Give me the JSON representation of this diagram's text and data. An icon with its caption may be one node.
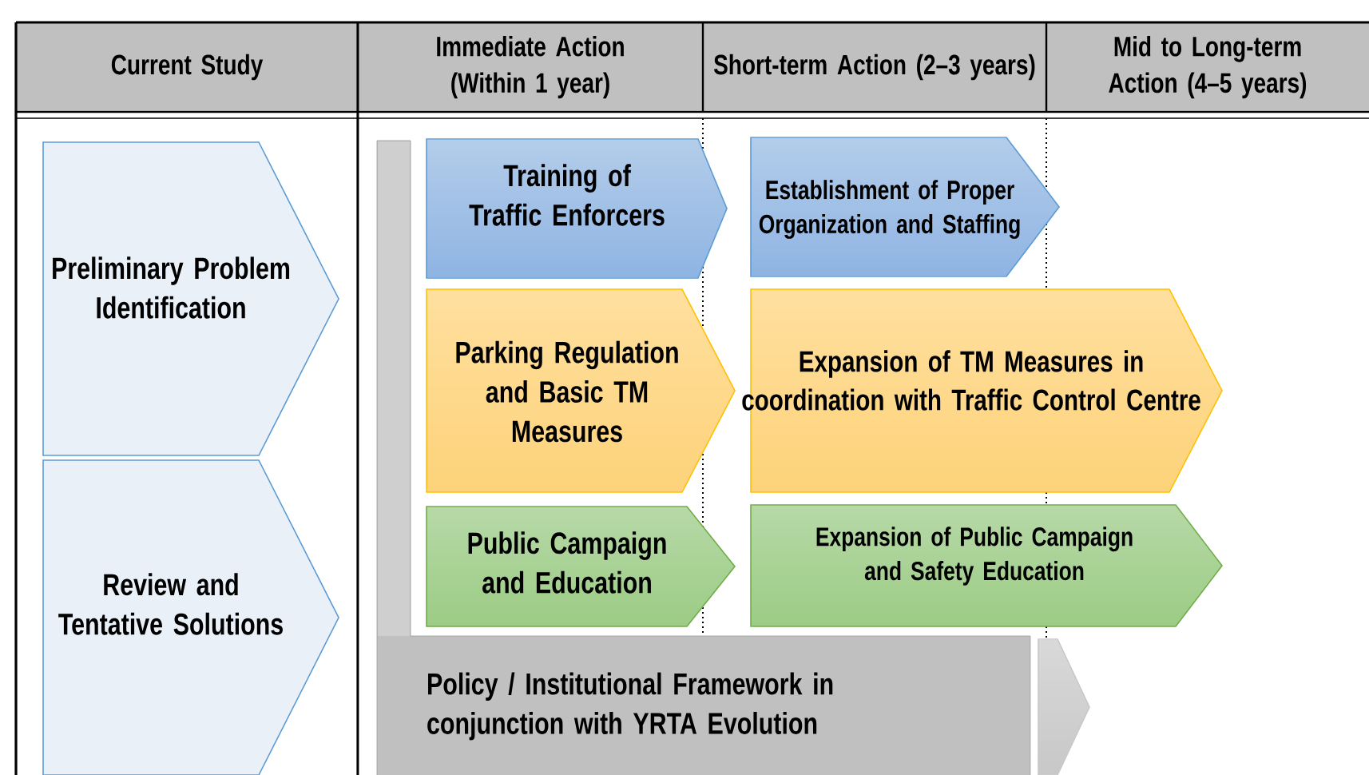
{
  "diagram": {
    "nodes": [
      {
        "text": [
          "Preliminary Problem Identification"
        ]
      },
      {
        "text": [
          "Review and Tentative Solutions"
        ]
      },
      {
        "text": [
          "Training of Traffic Enforcers"
        ]
      },
      {
        "text": [
          "Establishment of Proper Organization and Staffing"
        ]
      },
      {
        "text": [
          "Parking Regulation and Basic TM Measures"
        ]
      },
      {
        "text": [
          "Expansion of TM Measures in coordination with Traffic Control Centre"
        ]
      },
      {
        "text": [
          "Public Campaign and Education"
        ]
      },
      {
        "text": [
          "Expansion of Public Campaign and Safety Education"
        ]
      },
      {
        "text": [
          "Policy / Institutional Framework in conjunction with YRTA Evolution"
        ]
      },
      {
        "text": [],
        "shape": "chevron"
      }
    ],
    "labels": [
      "Current Study",
      "Immediate Action (Within 1 year)",
      "Short-term Action (2–3 years)",
      "Mid to Long-term Action (4–5 years)"
    ]
  }
}
